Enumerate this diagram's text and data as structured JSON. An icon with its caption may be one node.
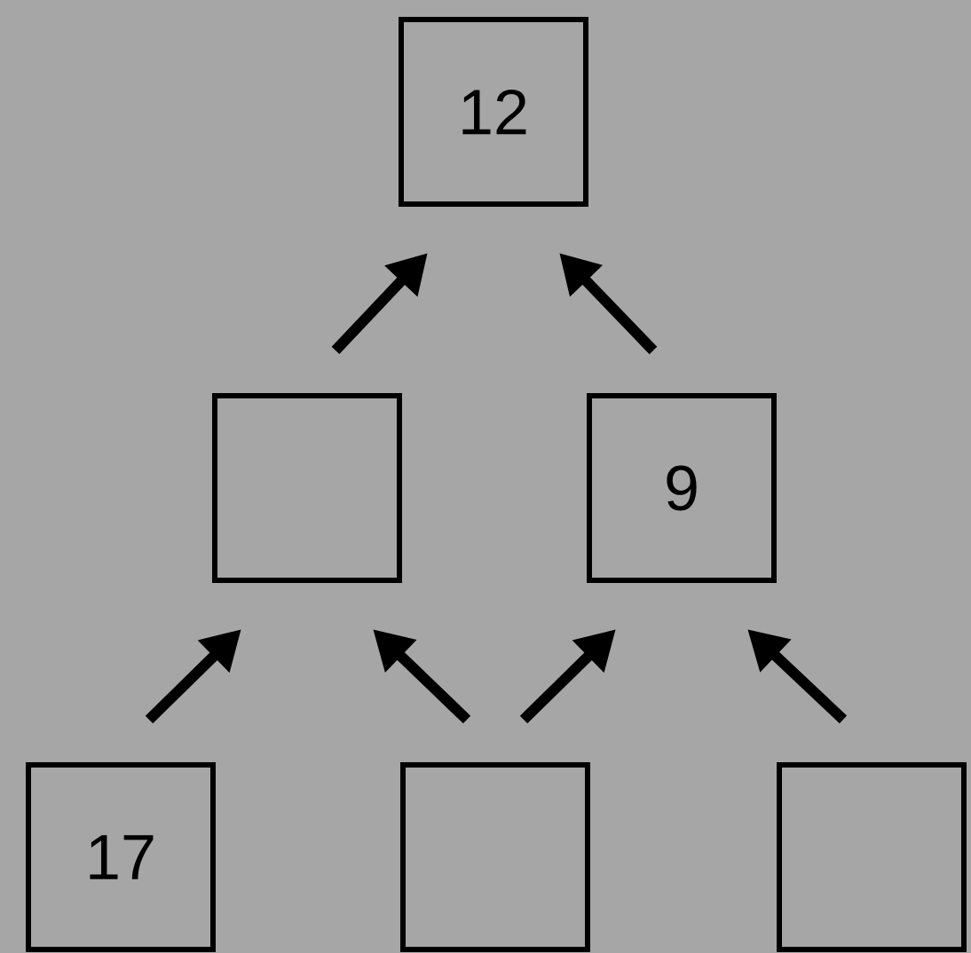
{
  "diagram": {
    "nodes": [
      {
        "text": [
          "12"
        ]
      },
      {
        "text": [],
        "shape": "box"
      },
      {
        "text": [
          "9"
        ]
      },
      {
        "text": [
          "17"
        ]
      },
      {
        "text": [],
        "shape": "box"
      },
      {
        "text": [],
        "shape": "box"
      }
    ],
    "edges": [
      {
        "from": 3,
        "to": 1,
        "arrow": "to"
      },
      {
        "from": 4,
        "to": 1,
        "arrow": "to"
      },
      {
        "from": 4,
        "to": 2,
        "arrow": "to"
      },
      {
        "from": 5,
        "to": 2,
        "arrow": "to"
      },
      {
        "from": 1,
        "to": 0,
        "arrow": "to"
      },
      {
        "from": 2,
        "to": 0,
        "arrow": "to"
      }
    ]
  }
}
